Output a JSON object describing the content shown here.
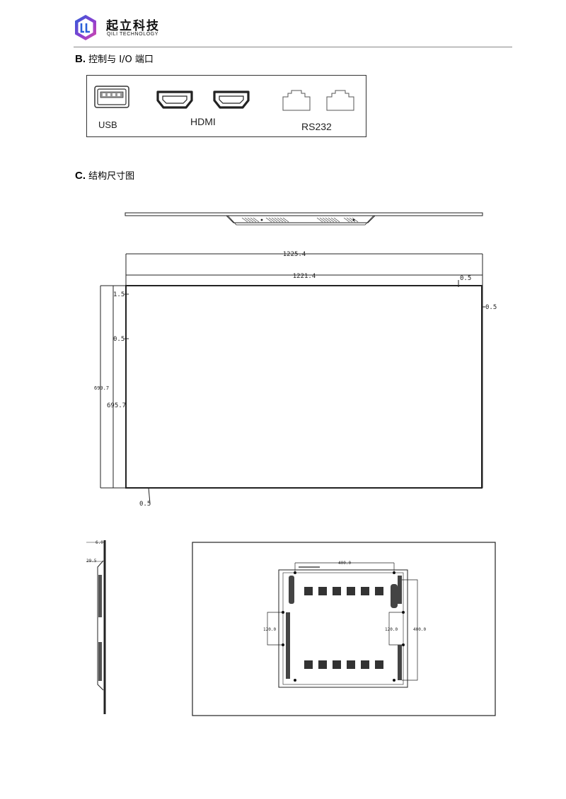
{
  "header": {
    "brand_cn": "起立科技",
    "brand_en": "QILI TECHNOLOGY",
    "logo_icon": "ql-hexagon-logo-icon",
    "brand_colors": [
      "#2b5fd9",
      "#8a3fd1",
      "#d94aa8"
    ]
  },
  "section_b": {
    "letter": "B.",
    "title": "控制与 I/O 端口",
    "ports": {
      "usb_label": "USB",
      "hdmi_label": "HDMI",
      "rs232_label": "RS232"
    }
  },
  "section_c": {
    "letter": "C.",
    "title": "结构尺寸图"
  },
  "front_view": {
    "overall_width": "1225.4",
    "panel_width": "1221.4",
    "overall_height": "699.7",
    "panel_height": "695.7",
    "bezel_top": "1.5",
    "bezel_left": "0.5",
    "bezel_top_right": "0.5",
    "bezel_right": "0.5",
    "bezel_bottom": "0.5"
  },
  "side_view": {
    "depth_top": "6.0",
    "depth_body": "29.5"
  },
  "rear_view": {
    "mount_width": "400.0",
    "mount_height": "400.0",
    "left_spacing": "120.0",
    "right_spacing": "120.0"
  }
}
